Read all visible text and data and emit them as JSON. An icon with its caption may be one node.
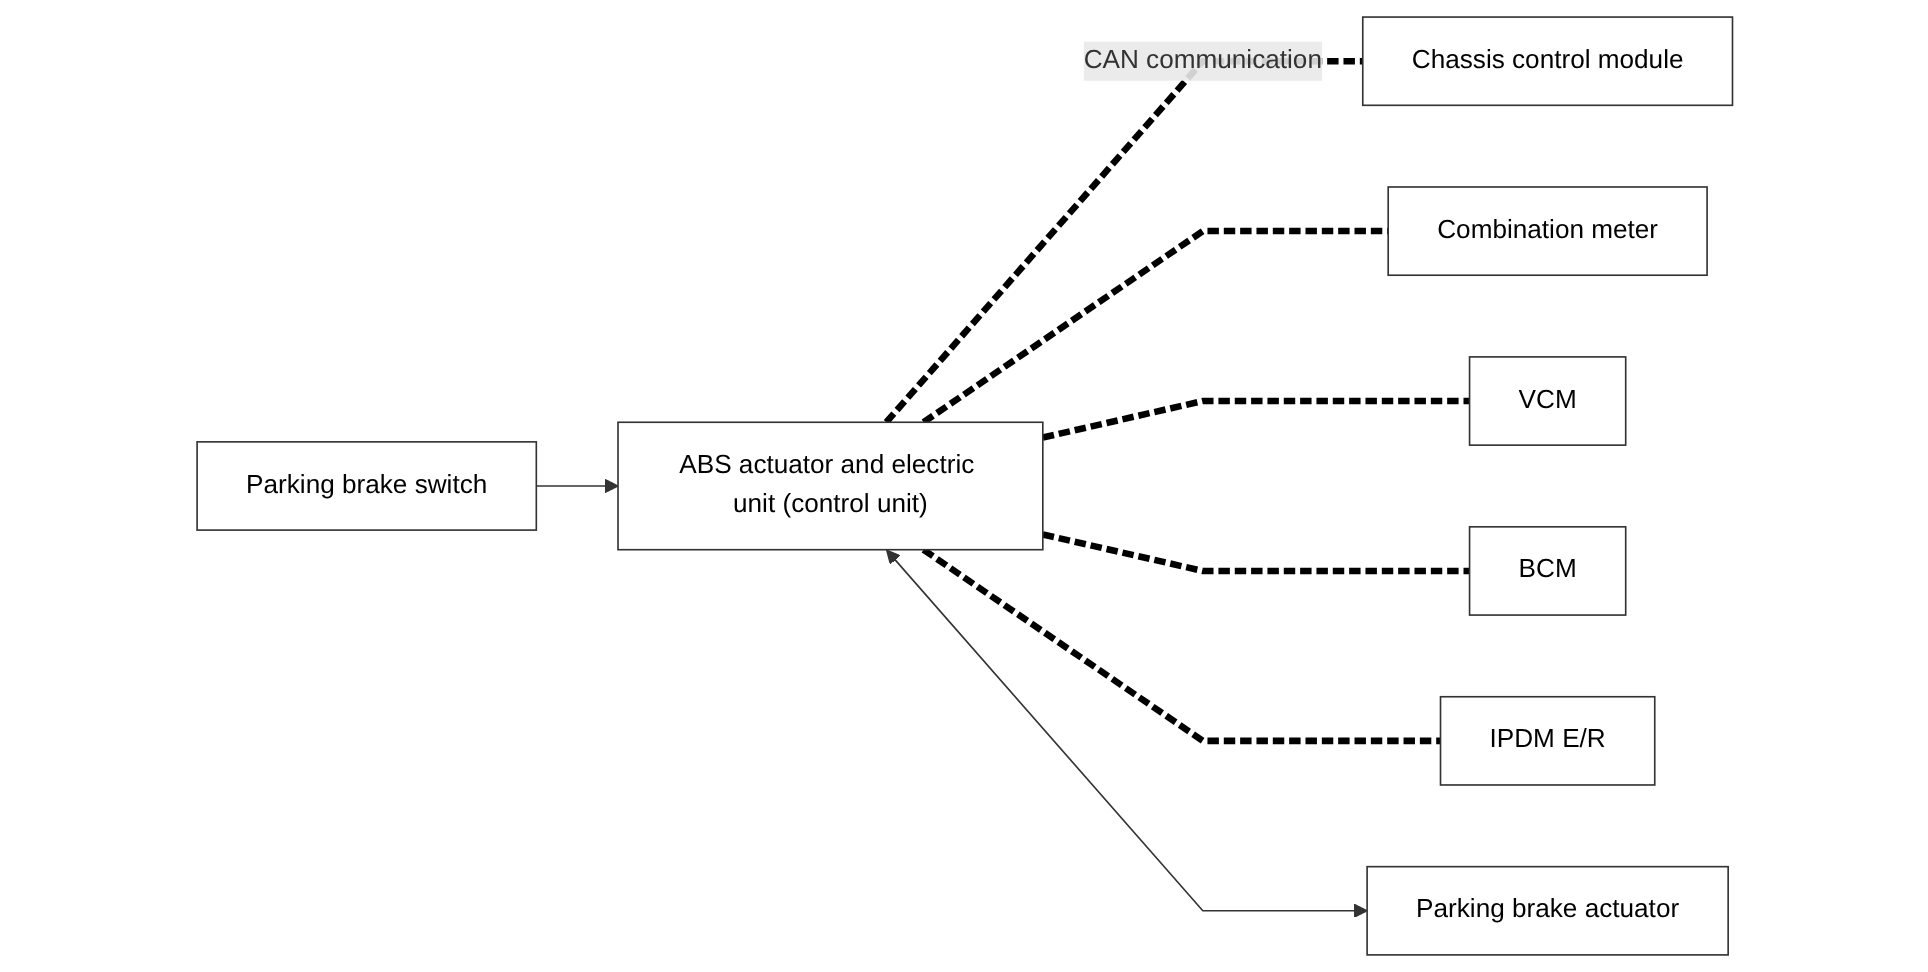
{
  "diagram": {
    "nodes": [
      {
        "text": [
          "ABS actuator and electric unit (control unit)"
        ]
      },
      {
        "text": [
          "Chassis control module"
        ]
      },
      {
        "text": [
          "Combination meter"
        ]
      },
      {
        "text": [
          "Parking brake switch"
        ]
      },
      {
        "text": [
          "Parking brake actuator"
        ]
      },
      {
        "text": [
          "VCM"
        ]
      },
      {
        "text": [
          "BCM"
        ]
      },
      {
        "text": [
          "IPDM E/R"
        ]
      }
    ],
    "edges": [
      {
        "from": 0,
        "to": 1,
        "arrow": "none",
        "label": "CAN communication",
        "style": "dashed"
      },
      {
        "from": 0,
        "to": 2,
        "arrow": "none",
        "style": "dashed"
      },
      {
        "from": 0,
        "to": 5,
        "arrow": "none",
        "style": "dashed"
      },
      {
        "from": 0,
        "to": 6,
        "arrow": "none",
        "style": "dashed"
      },
      {
        "from": 0,
        "to": 7,
        "arrow": "none",
        "style": "dashed"
      },
      {
        "from": 3,
        "to": 0,
        "arrow": "to"
      },
      {
        "from": 0,
        "to": 4,
        "arrow": "both"
      }
    ]
  }
}
